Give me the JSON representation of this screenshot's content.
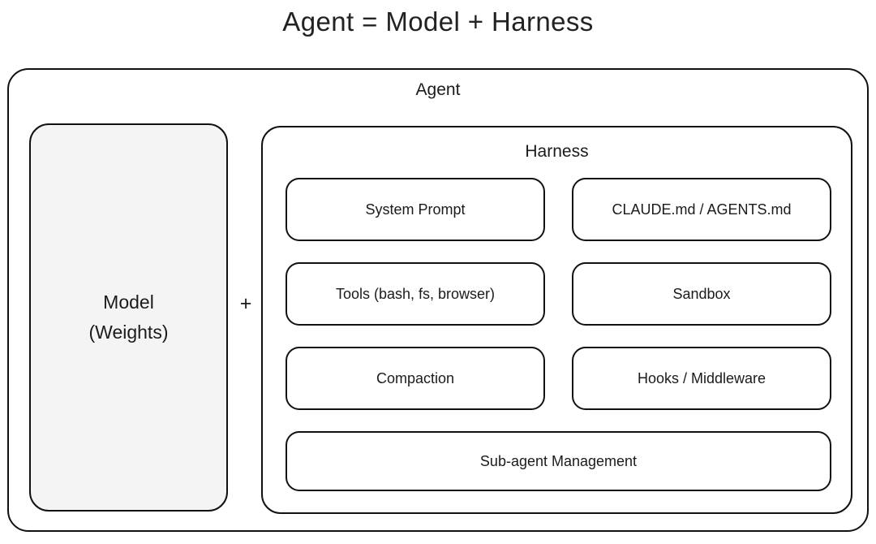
{
  "title": "Agent = Model + Harness",
  "diagram": {
    "outer": {
      "label": "Agent"
    },
    "model": {
      "name": "Model",
      "qualifier": "(Weights)",
      "fill_color": "#f4f4f4"
    },
    "operator": "+",
    "harness": {
      "label": "Harness",
      "rows": [
        {
          "left": "System Prompt",
          "right": "CLAUDE.md / AGENTS.md"
        },
        {
          "left": "Tools (bash, fs, browser)",
          "right": "Sandbox"
        },
        {
          "left": "Compaction",
          "right": "Hooks / Middleware"
        }
      ],
      "full_width_item": "Sub-agent Management"
    }
  },
  "colors": {
    "stroke": "#111111",
    "text": "#1b1b1b",
    "background": "#ffffff"
  }
}
